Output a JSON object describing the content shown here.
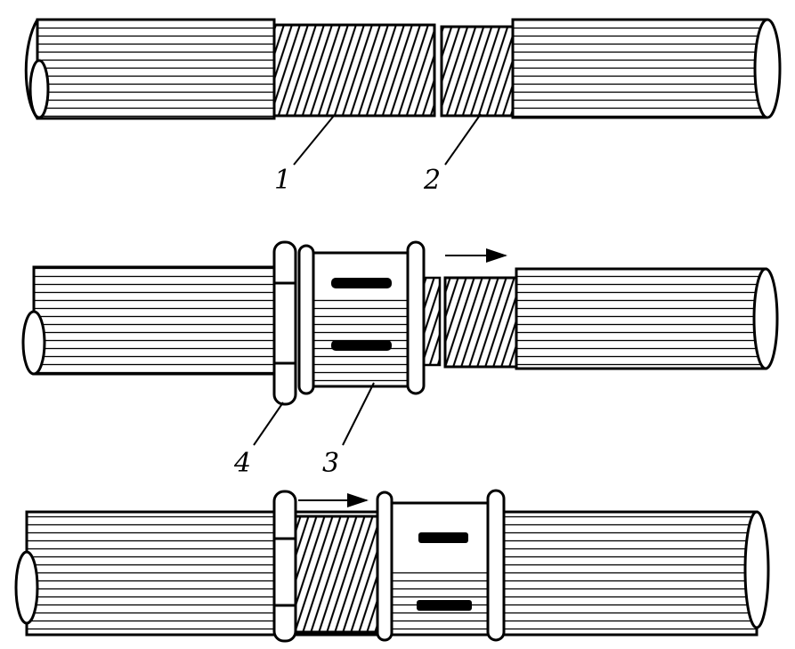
{
  "figure": {
    "labels": {
      "thread_left": "1",
      "thread_right": "2",
      "coupling_sleeve": "3",
      "lock_nut": "4"
    },
    "colors": {
      "ink": "#000000",
      "paper": "#ffffff"
    }
  }
}
